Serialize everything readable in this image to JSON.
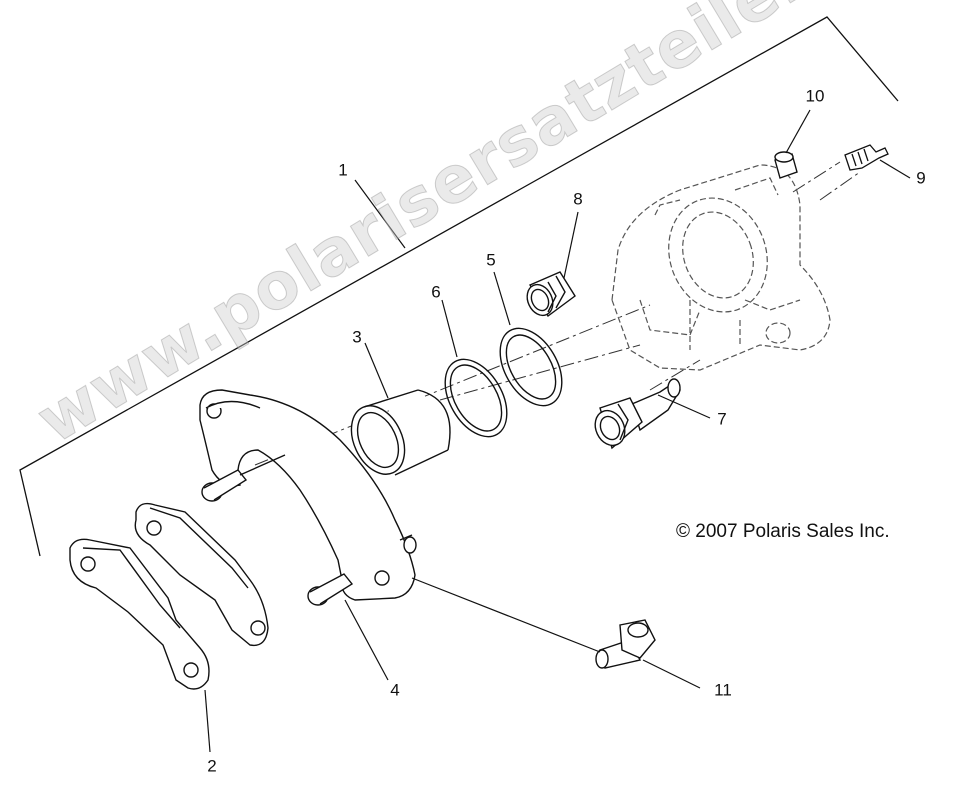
{
  "copyright": "© 2007 Polaris Sales Inc.",
  "watermark": "www.polarisersatzteile.de",
  "callouts": [
    {
      "id": "1",
      "label": "1"
    },
    {
      "id": "2",
      "label": "2"
    },
    {
      "id": "3",
      "label": "3"
    },
    {
      "id": "4",
      "label": "4"
    },
    {
      "id": "5",
      "label": "5"
    },
    {
      "id": "6",
      "label": "6"
    },
    {
      "id": "7",
      "label": "7"
    },
    {
      "id": "8",
      "label": "8"
    },
    {
      "id": "9",
      "label": "9"
    },
    {
      "id": "10",
      "label": "10"
    },
    {
      "id": "11",
      "label": "11"
    }
  ]
}
